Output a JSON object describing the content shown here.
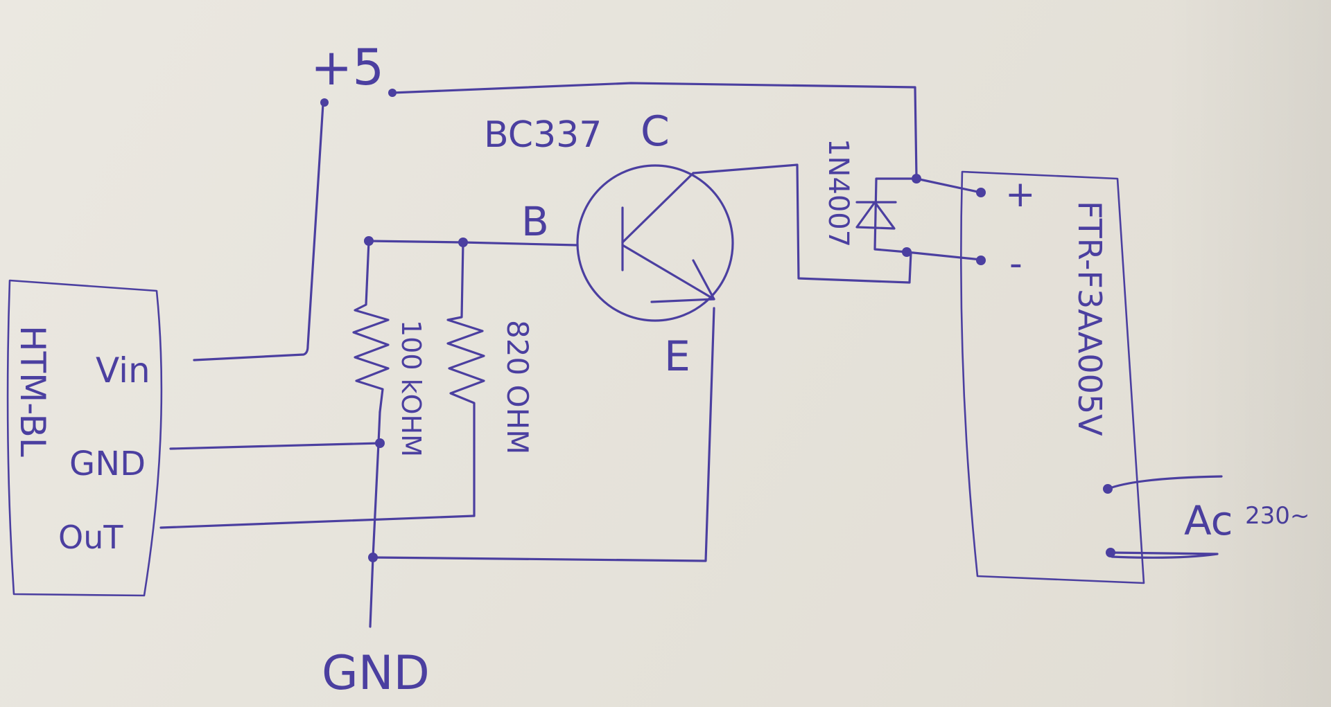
{
  "sensor": {
    "name": "HTM-BL",
    "pin_vin": "Vin",
    "pin_gnd": "GND",
    "pin_out": "OuT"
  },
  "supply": {
    "label": "+5"
  },
  "transistor": {
    "model": "BC337",
    "collector": "C",
    "base": "B",
    "emitter": "E"
  },
  "resistors": {
    "r1": "100 kOHM",
    "r2": "820 OHM"
  },
  "diode": {
    "label": "1N4007"
  },
  "relay": {
    "model": "FTR-F3AA005V",
    "plus": "+",
    "minus": "-"
  },
  "ac": {
    "label_main": "Ac",
    "label_voltage": "230~"
  },
  "ground": {
    "label": "GND"
  },
  "colors": {
    "ink": "#4b3fa0",
    "paper": "#e9e6df"
  }
}
